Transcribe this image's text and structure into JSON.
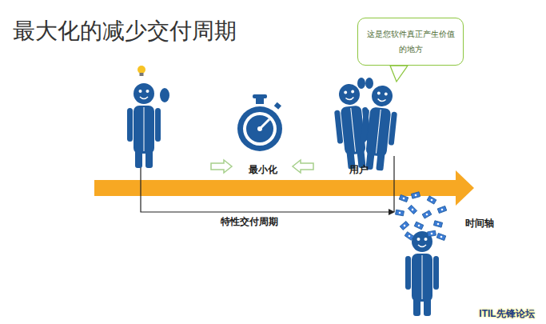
{
  "diagram": {
    "title": "最大化的减少交付周期",
    "nodes": [
      {
        "text": [
          "这是您软件真正产生价值的地方"
        ]
      }
    ],
    "labels": [
      "最小化",
      "用户",
      "特性交付周期",
      "时间轴",
      "ITIL先锋论坛"
    ]
  }
}
